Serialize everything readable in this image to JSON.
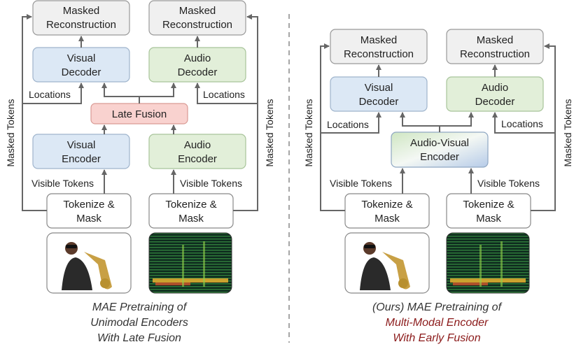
{
  "left": {
    "masked_recon_visual": [
      "Masked",
      "Reconstruction"
    ],
    "masked_recon_audio": [
      "Masked",
      "Reconstruction"
    ],
    "visual_decoder": [
      "Visual",
      "Decoder"
    ],
    "audio_decoder": [
      "Audio",
      "Decoder"
    ],
    "late_fusion": "Late Fusion",
    "visual_encoder": [
      "Visual",
      "Encoder"
    ],
    "audio_encoder": [
      "Audio",
      "Encoder"
    ],
    "tokenize_visual": [
      "Tokenize &",
      "Mask"
    ],
    "tokenize_audio": [
      "Tokenize &",
      "Mask"
    ],
    "locations_left": "Locations",
    "locations_right": "Locations",
    "visible_tokens_left": "Visible Tokens",
    "visible_tokens_right": "Visible Tokens",
    "masked_tokens_left": "Masked Tokens",
    "masked_tokens_right": "Masked Tokens",
    "caption": [
      "MAE Pretraining of",
      "Unimodal Encoders",
      "With Late Fusion"
    ]
  },
  "right": {
    "masked_recon_visual": [
      "Masked",
      "Reconstruction"
    ],
    "masked_recon_audio": [
      "Masked",
      "Reconstruction"
    ],
    "visual_decoder": [
      "Visual",
      "Decoder"
    ],
    "audio_decoder": [
      "Audio",
      "Decoder"
    ],
    "av_encoder": [
      "Audio-Visual",
      "Encoder"
    ],
    "tokenize_visual": [
      "Tokenize &",
      "Mask"
    ],
    "tokenize_audio": [
      "Tokenize &",
      "Mask"
    ],
    "locations_left": "Locations",
    "locations_right": "Locations",
    "visible_tokens_left": "Visible Tokens",
    "visible_tokens_right": "Visible Tokens",
    "masked_tokens_left": "Masked Tokens",
    "masked_tokens_right": "Masked Tokens",
    "caption_plain": "(Ours) MAE Pretraining of",
    "caption_highlight": [
      "Multi-Modal Encoder",
      "With Early Fusion"
    ]
  },
  "colors": {
    "visual_fill": "#dce8f5",
    "audio_fill": "#e2efd9",
    "fusion_fill": "#f9d2cf",
    "recon_fill": "#f0f0f0",
    "highlight_text": "#8b1a1a"
  }
}
